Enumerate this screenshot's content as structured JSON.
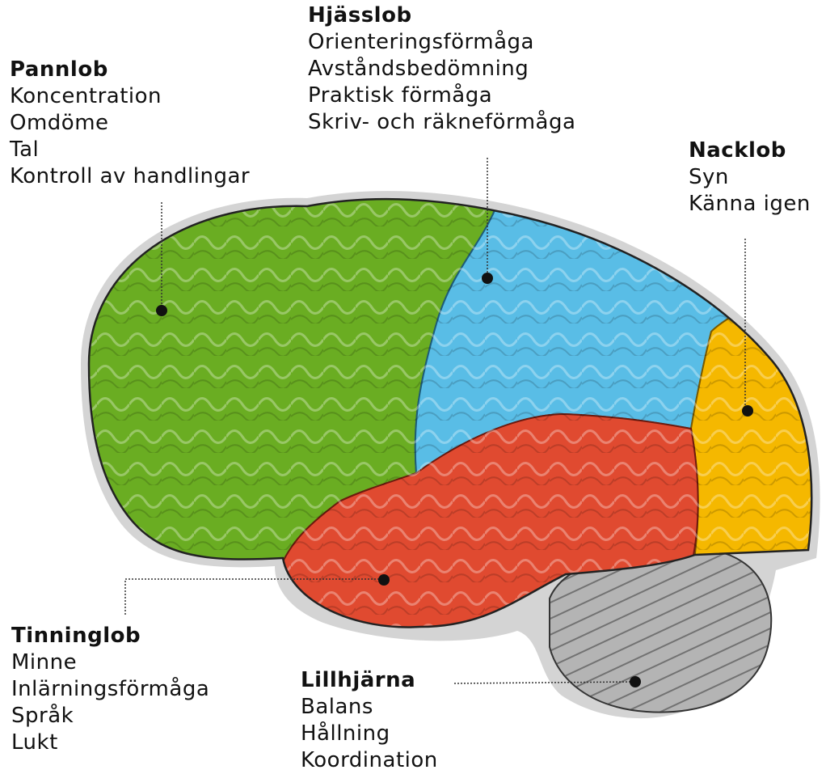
{
  "lobes": {
    "frontal": {
      "title": "Pannlob",
      "functions": [
        "Koncentration",
        "Omdöme",
        "Tal",
        "Kontroll av handlingar"
      ],
      "color": "#6aad22"
    },
    "parietal": {
      "title": "Hjässlob",
      "functions": [
        "Orienteringsförmåga",
        "Avståndsbedömning",
        "Praktisk förmåga",
        "Skriv- och räkneförmåga"
      ],
      "color": "#59bde6"
    },
    "occipital": {
      "title": "Nacklob",
      "functions": [
        "Syn",
        "Känna igen"
      ],
      "color": "#f5b800"
    },
    "temporal": {
      "title": "Tinninglob",
      "functions": [
        "Minne",
        "Inlärningsförmåga",
        "Språk",
        "Lukt"
      ],
      "color": "#e04a30"
    },
    "cerebellum": {
      "title": "Lillhjärna",
      "functions": [
        "Balans",
        "Hållning",
        "Koordination"
      ],
      "color": "#a8a8a8"
    }
  }
}
